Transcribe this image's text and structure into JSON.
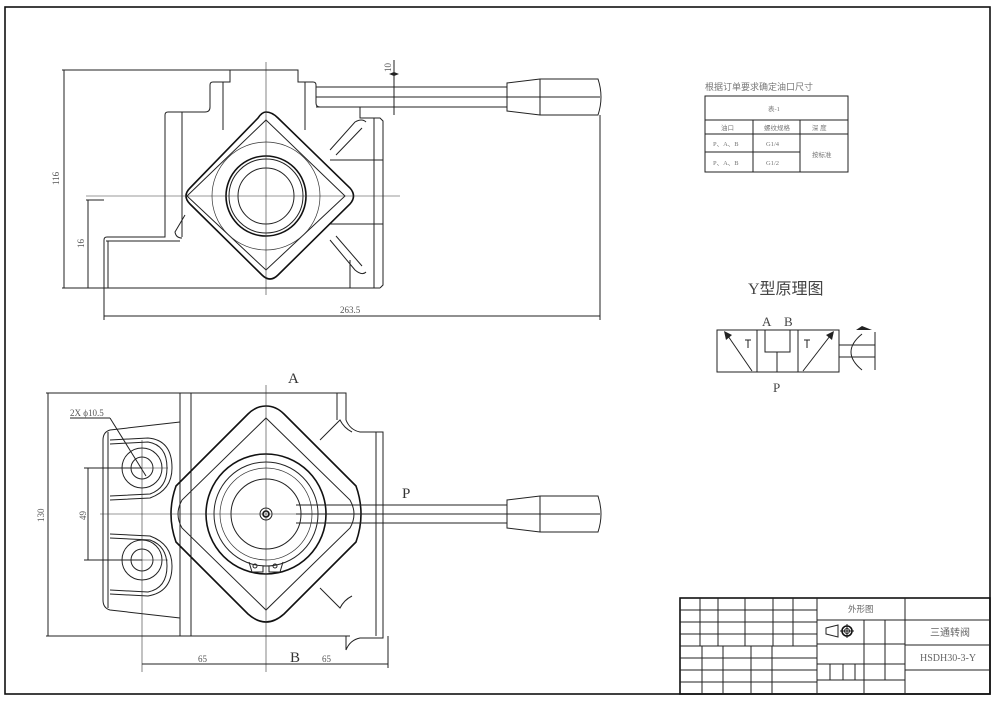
{
  "drawing": {
    "title_block": {
      "view_name": "外形图",
      "part_name": "三通转阀",
      "part_number": "HSDH30-3-Y",
      "projection_symbol": "first-angle-projection-icon"
    },
    "port_table": {
      "caption": "根据订单要求确定油口尺寸",
      "table_title": "表-1",
      "headers": [
        "油口",
        "螺纹规格",
        "深 度"
      ],
      "rows": [
        {
          "port": "P、A、B",
          "thread": "G1/4",
          "depth": "按标准"
        },
        {
          "port": "P、A、B",
          "thread": "G1/2",
          "depth": "按标准"
        }
      ]
    },
    "schematic": {
      "title": "Y型原理图",
      "port_a": "A",
      "port_b": "B",
      "port_p": "P"
    },
    "front_view": {
      "dims": {
        "height_total": "116",
        "base_height": "16",
        "overall_length": "263.5",
        "handle_diameter": "10"
      }
    },
    "top_view": {
      "port_labels": {
        "a": "A",
        "b": "B",
        "p": "P"
      },
      "dims": {
        "height_total": "130",
        "hole_spacing": "49",
        "hole_note": "2X ϕ10.5",
        "half_width_left": "65",
        "half_width_right": "65"
      }
    }
  }
}
